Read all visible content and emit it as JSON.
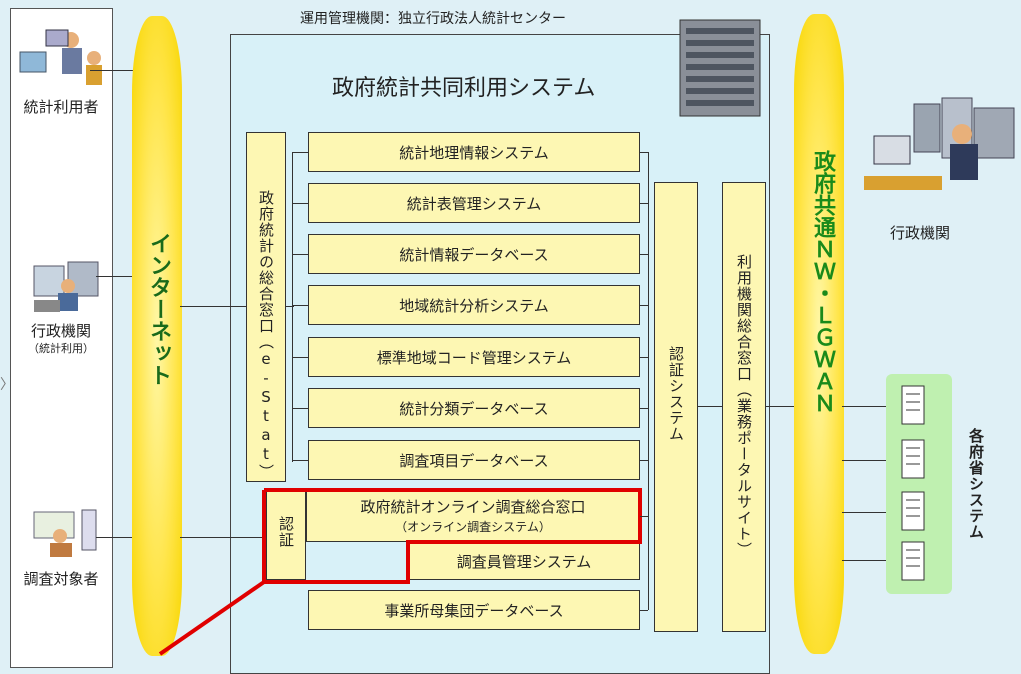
{
  "header": {
    "operator": "運用管理機関：独立行政法人統計センター"
  },
  "system": {
    "title": "政府統計共同利用システム"
  },
  "users": {
    "stat_user": "統計利用者",
    "gov_stat": "行政機関",
    "gov_stat_sub": "（統計利用）",
    "respondent": "調査対象者"
  },
  "clouds": {
    "internet": "インターネット",
    "govnet": "政府共通ＮＷ・ＬＧＷＡＮ"
  },
  "portal": {
    "label": "政府統計の総合窓口（e-Stat）"
  },
  "subsystems": [
    "統計地理情報システム",
    "統計表管理システム",
    "統計情報データベース",
    "地域統計分析システム",
    "標準地域コード管理システム",
    "統計分類データベース",
    "調査項目データベース"
  ],
  "online": {
    "auth": "認証",
    "title": "政府統計オンライン調査総合窓口",
    "subtitle": "（オンライン調査システム）",
    "investigator": "調査員管理システム"
  },
  "enterprise_db": "事業所母集団データベース",
  "auth_system": "認証システム",
  "business_portal": "利用機関総合窓口（業務ポータルサイト）",
  "right": {
    "agency": "行政機関",
    "ministries": "各府省システム"
  },
  "colors": {
    "highlight": "#e00000",
    "box": "#fdf7b3",
    "cloud": "#ffe54a",
    "area": "#d8f1f8",
    "green": "#1a8a1a"
  }
}
